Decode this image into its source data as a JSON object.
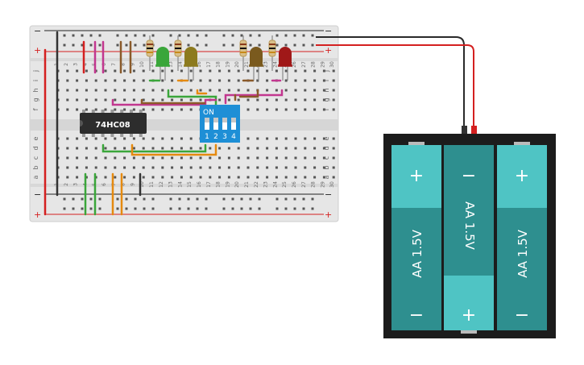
{
  "breadboard": {
    "rail_plus": "+",
    "rail_minus": "−",
    "row_letters_top": [
      "j",
      "i",
      "h",
      "g",
      "f"
    ],
    "row_letters_bottom": [
      "e",
      "d",
      "c",
      "b",
      "a"
    ],
    "column_numbers": [
      "1",
      "2",
      "3",
      "4",
      "5",
      "6",
      "7",
      "8",
      "9",
      "10",
      "11",
      "12",
      "13",
      "14",
      "15",
      "16",
      "17",
      "18",
      "19",
      "20",
      "21",
      "22",
      "23",
      "24",
      "25",
      "26",
      "27",
      "28",
      "29",
      "30"
    ]
  },
  "ic_chip": {
    "label": "74HC08"
  },
  "dip_switch": {
    "on_label": "ON",
    "positions": [
      "1",
      "2",
      "3",
      "4"
    ]
  },
  "battery_pack": {
    "cells": [
      {
        "label": "AA 1.5V",
        "top_sign": "+",
        "bottom_sign": "−"
      },
      {
        "label": "AA 1.5V",
        "top_sign": "−",
        "bottom_sign": "+"
      },
      {
        "label": "AA 1.5V",
        "top_sign": "+",
        "bottom_sign": "−"
      }
    ]
  },
  "leds": [
    {
      "color_name": "green",
      "color": "#3aa63a"
    },
    {
      "color_name": "yellow",
      "color": "#8c7a1e"
    },
    {
      "color_name": "brown",
      "color": "#7a5a1e"
    },
    {
      "color_name": "red",
      "color": "#a01818"
    }
  ],
  "colors": {
    "board": "#e8e8e8",
    "board_mid": "#d4d4d4",
    "rail_red": "#d42020",
    "rail_black": "#222222",
    "chip": "#2d2d2d",
    "dip_body": "#1e8fd6",
    "battery_case": "#1c1c1c",
    "cell_teal": "#2e8f8f",
    "cell_light": "#4fc4c4"
  }
}
